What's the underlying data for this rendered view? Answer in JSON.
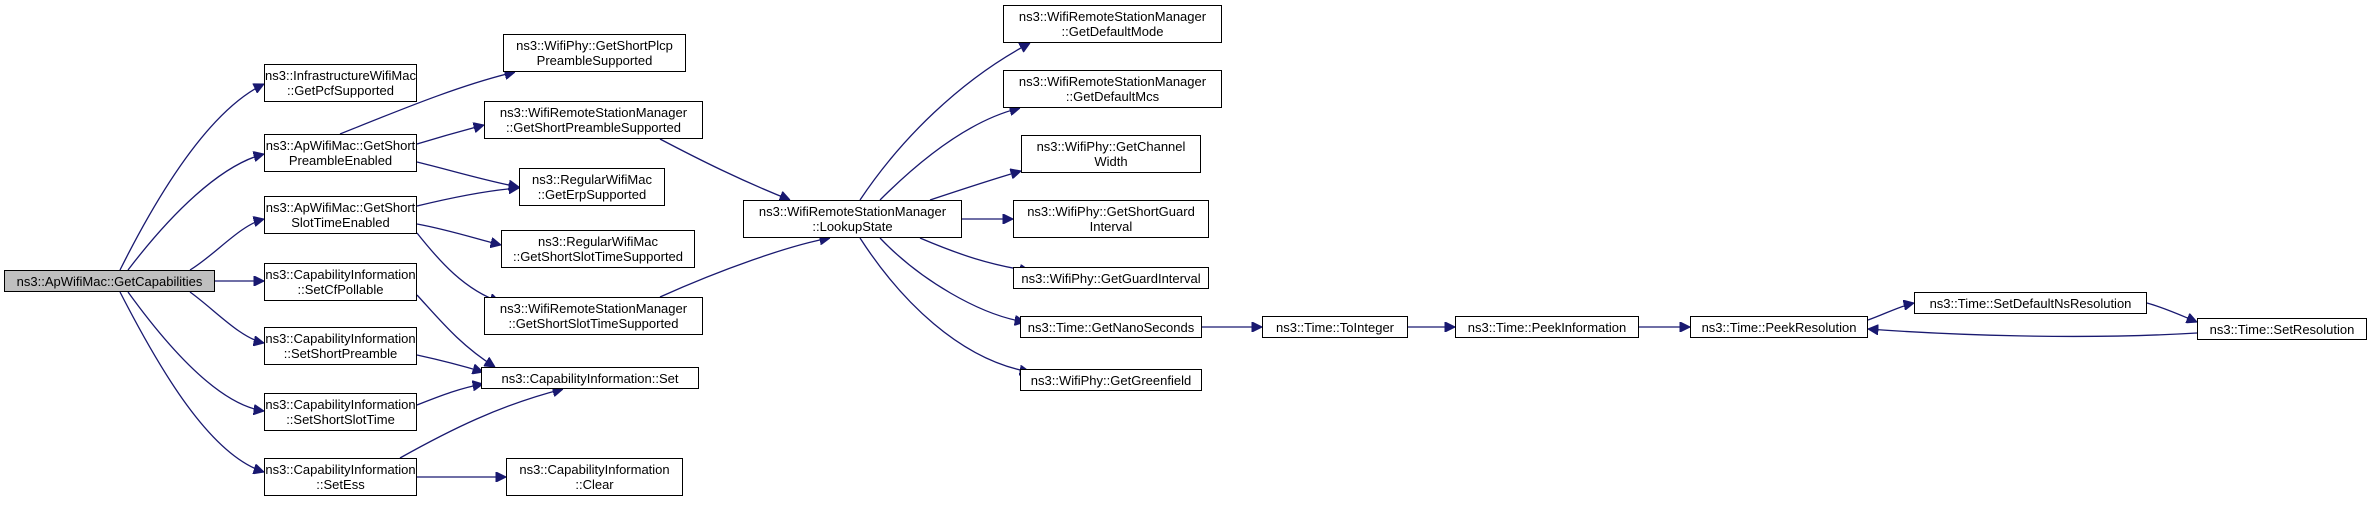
{
  "colors": {
    "edge": "#191970",
    "node_border": "#000000",
    "node_fill": "#ffffff",
    "root_fill": "#bfbfbf"
  },
  "nodes": {
    "n01": [
      "ns3::ApWifiMac::GetCapabilities"
    ],
    "n02": [
      "ns3::InfrastructureWifiMac",
      "::GetPcfSupported"
    ],
    "n03": [
      "ns3::ApWifiMac::GetShort",
      "PreambleEnabled"
    ],
    "n04": [
      "ns3::ApWifiMac::GetShort",
      "SlotTimeEnabled"
    ],
    "n05": [
      "ns3::CapabilityInformation",
      "::SetCfPollable"
    ],
    "n06": [
      "ns3::CapabilityInformation",
      "::SetShortPreamble"
    ],
    "n07": [
      "ns3::CapabilityInformation",
      "::SetShortSlotTime"
    ],
    "n08": [
      "ns3::CapabilityInformation",
      "::SetEss"
    ],
    "n09": [
      "ns3::WifiPhy::GetShortPlcp",
      "PreambleSupported"
    ],
    "n10": [
      "ns3::WifiRemoteStationManager",
      "::GetShortPreambleSupported"
    ],
    "n11": [
      "ns3::RegularWifiMac",
      "::GetErpSupported"
    ],
    "n12": [
      "ns3::RegularWifiMac",
      "::GetShortSlotTimeSupported"
    ],
    "n13": [
      "ns3::WifiRemoteStationManager",
      "::GetShortSlotTimeSupported"
    ],
    "n14": [
      "ns3::CapabilityInformation::Set"
    ],
    "n15": [
      "ns3::CapabilityInformation",
      "::Clear"
    ],
    "n16": [
      "ns3::WifiRemoteStationManager",
      "::LookupState"
    ],
    "n17": [
      "ns3::WifiRemoteStationManager",
      "::GetDefaultMode"
    ],
    "n18": [
      "ns3::WifiRemoteStationManager",
      "::GetDefaultMcs"
    ],
    "n19": [
      "ns3::WifiPhy::GetChannel",
      "Width"
    ],
    "n20": [
      "ns3::WifiPhy::GetShortGuard",
      "Interval"
    ],
    "n21": [
      "ns3::WifiPhy::GetGuardInterval"
    ],
    "n22": [
      "ns3::Time::GetNanoSeconds"
    ],
    "n23": [
      "ns3::WifiPhy::GetGreenfield"
    ],
    "n24": [
      "ns3::Time::ToInteger"
    ],
    "n25": [
      "ns3::Time::PeekInformation"
    ],
    "n26": [
      "ns3::Time::PeekResolution"
    ],
    "n27": [
      "ns3::Time::SetDefaultNsResolution"
    ],
    "n28": [
      "ns3::Time::SetResolution"
    ]
  }
}
